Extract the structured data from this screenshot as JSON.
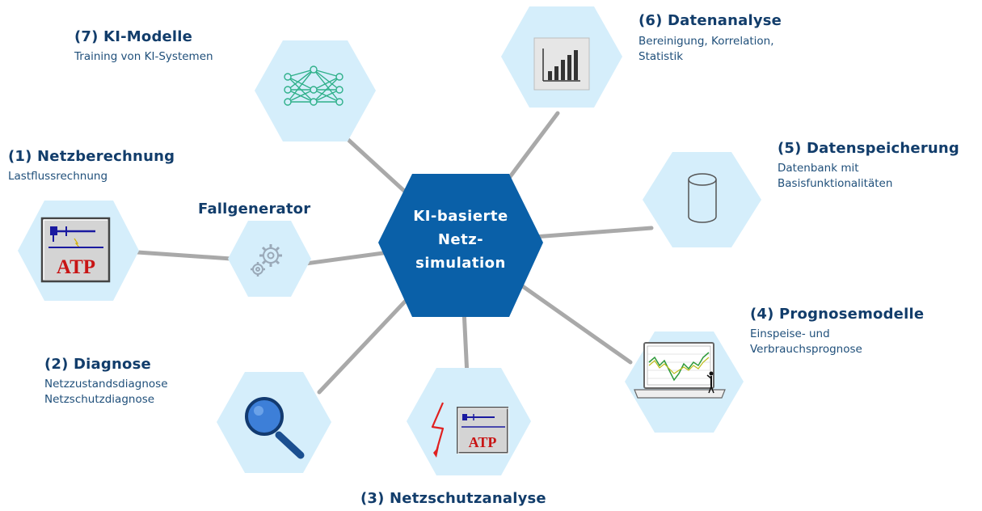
{
  "center": {
    "line1": "KI-basierte",
    "line2": "Netz-",
    "line3": "simulation"
  },
  "nodes": {
    "n1": {
      "title": "(1) Netzberechnung",
      "sub": [
        "Lastflussrechnung"
      ]
    },
    "n2": {
      "title": "(2) Diagnose",
      "sub": [
        "Netzzustandsdiagnose",
        "Netzschutzdiagnose"
      ]
    },
    "n3": {
      "title": "(3) Netzschutzanalyse",
      "sub": []
    },
    "n4": {
      "title": "(4) Prognosemodelle",
      "sub": [
        "Einspeise- und",
        "Verbrauchsprognose"
      ]
    },
    "n5": {
      "title": "(5) Datenspeicherung",
      "sub": [
        "Datenbank mit",
        "Basisfunktionalitäten"
      ]
    },
    "n6": {
      "title": "(6) Datenanalyse",
      "sub": [
        "Bereinigung, Korrelation,",
        "Statistik"
      ]
    },
    "n7": {
      "title": "(7) KI-Modelle",
      "sub": [
        "Training von KI-Systemen"
      ]
    },
    "fall": {
      "title": "Fallgenerator"
    }
  },
  "atp_label": "ATP",
  "colors": {
    "hex_light": "#d5eefb",
    "hex_center": "#0a60a8",
    "connector": "#a9a9a9",
    "title_text": "#123d6b",
    "sub_text": "#1f4f7a"
  }
}
